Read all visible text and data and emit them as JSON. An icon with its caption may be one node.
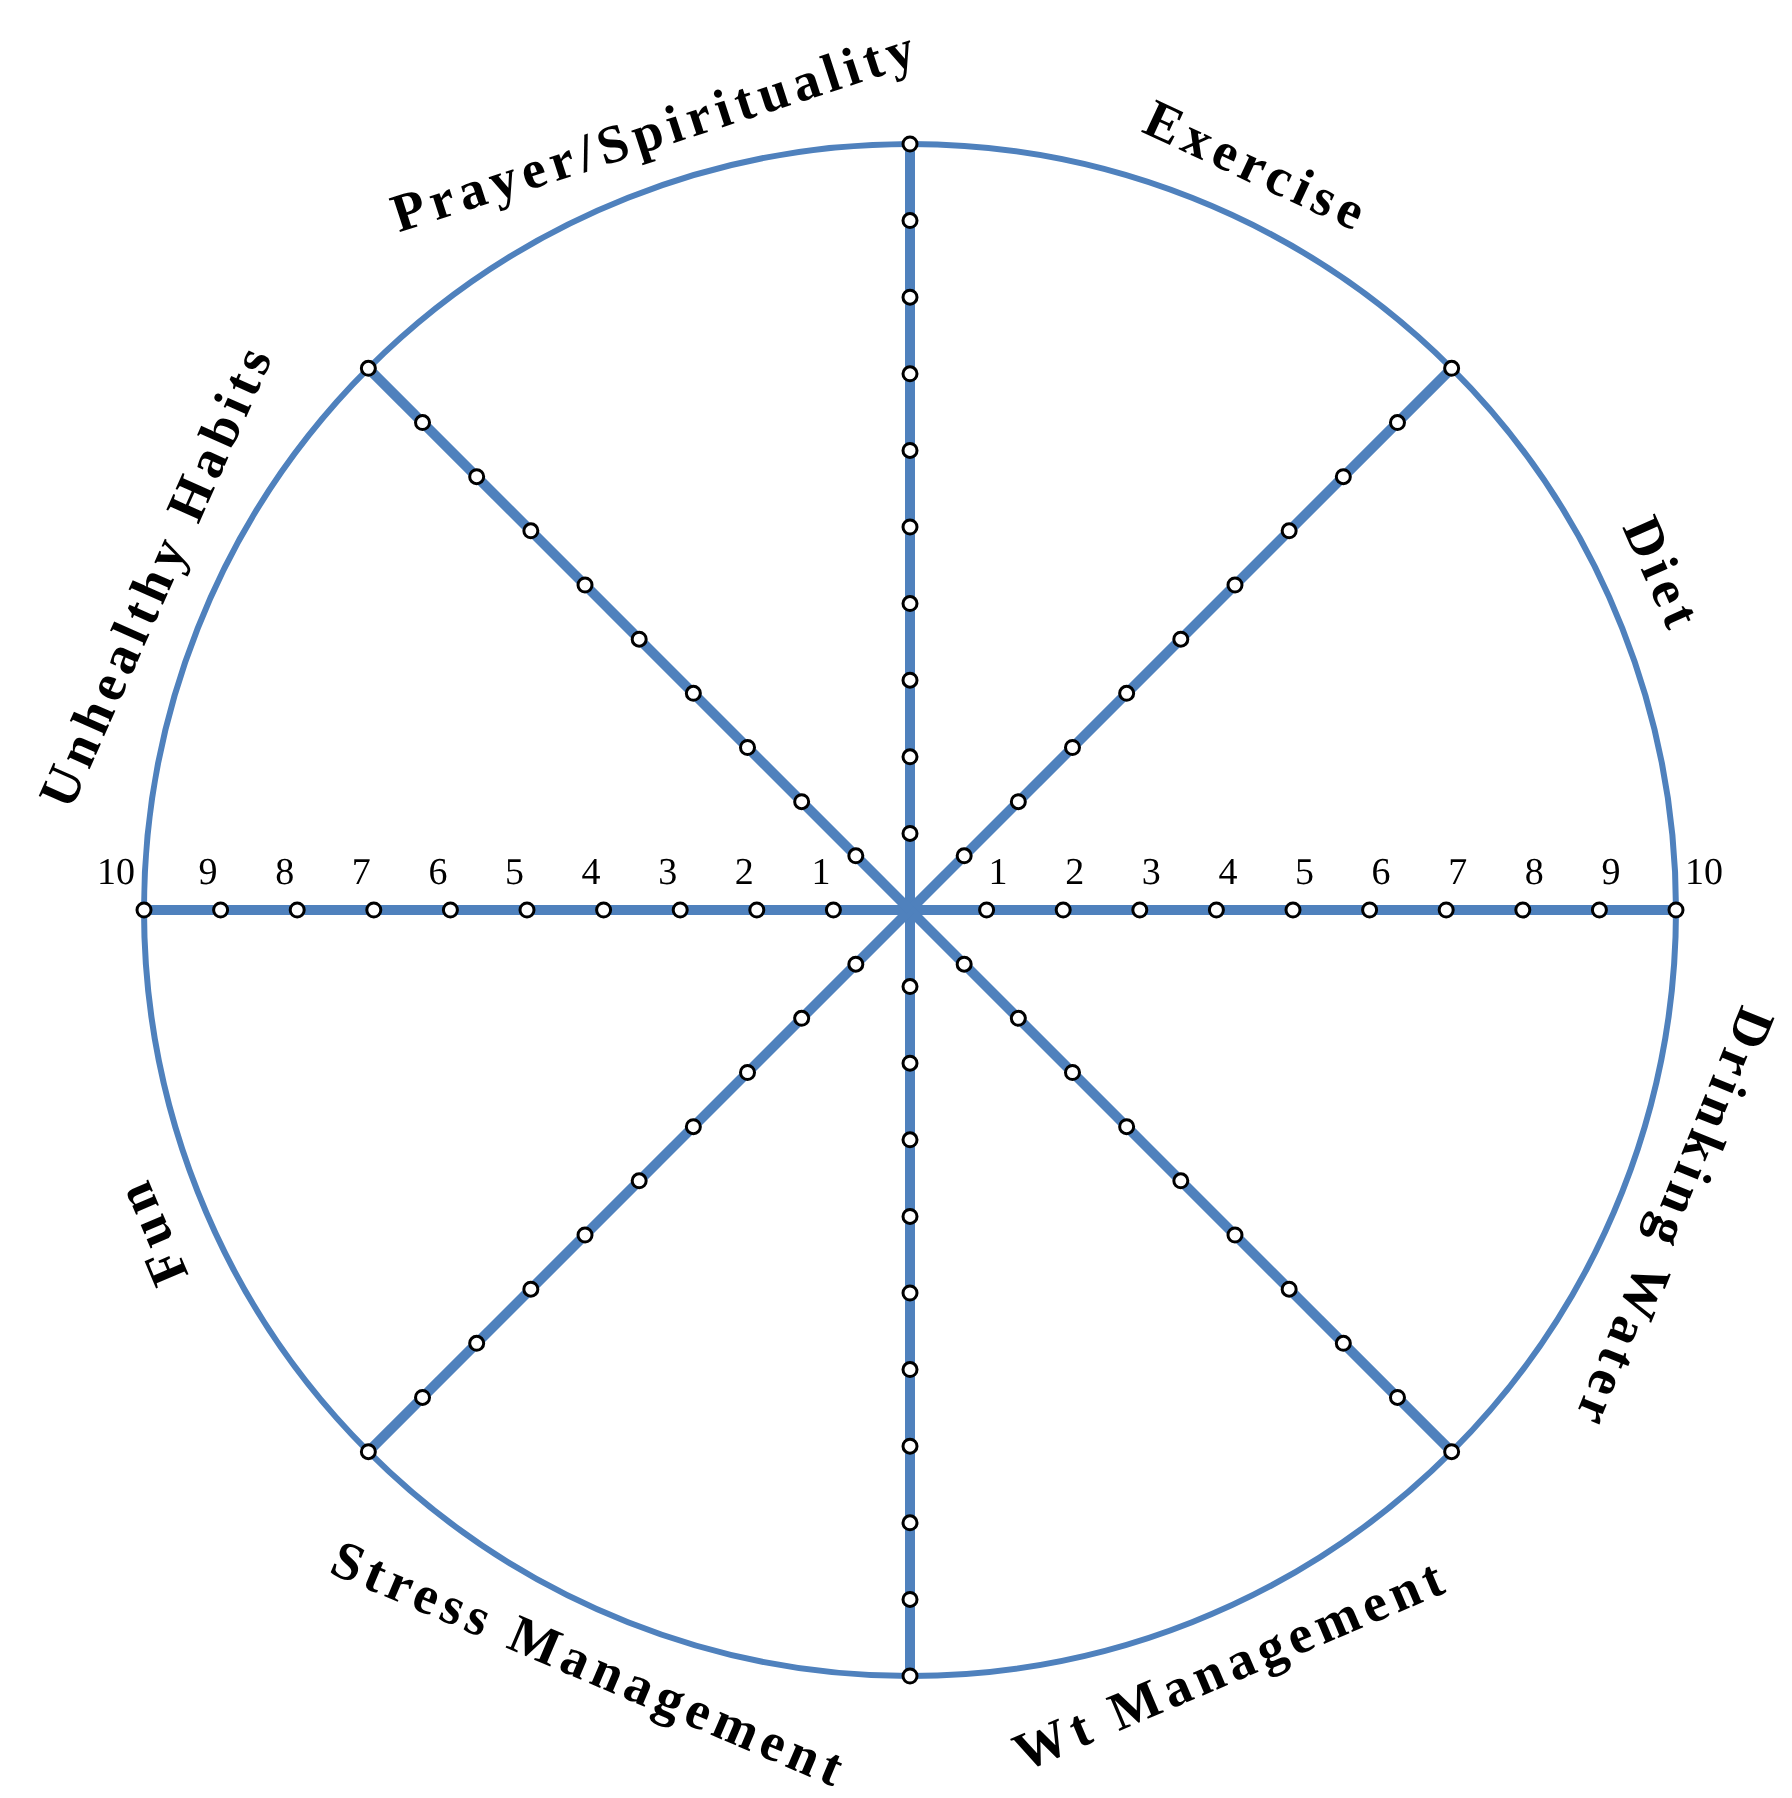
{
  "diagram": {
    "labels": [
      "Prayer/Spirituality",
      "Exercise",
      "Unhealthy Habits",
      "Diet",
      "10",
      "9",
      "8",
      "7",
      "6",
      "5",
      "4",
      "3",
      "2",
      "1",
      "1",
      "2",
      "3",
      "4",
      "5",
      "6",
      "7",
      "8",
      "9",
      "10",
      "Fun",
      "Drinking Water",
      "Stress Management",
      "Wt Management"
    ]
  }
}
